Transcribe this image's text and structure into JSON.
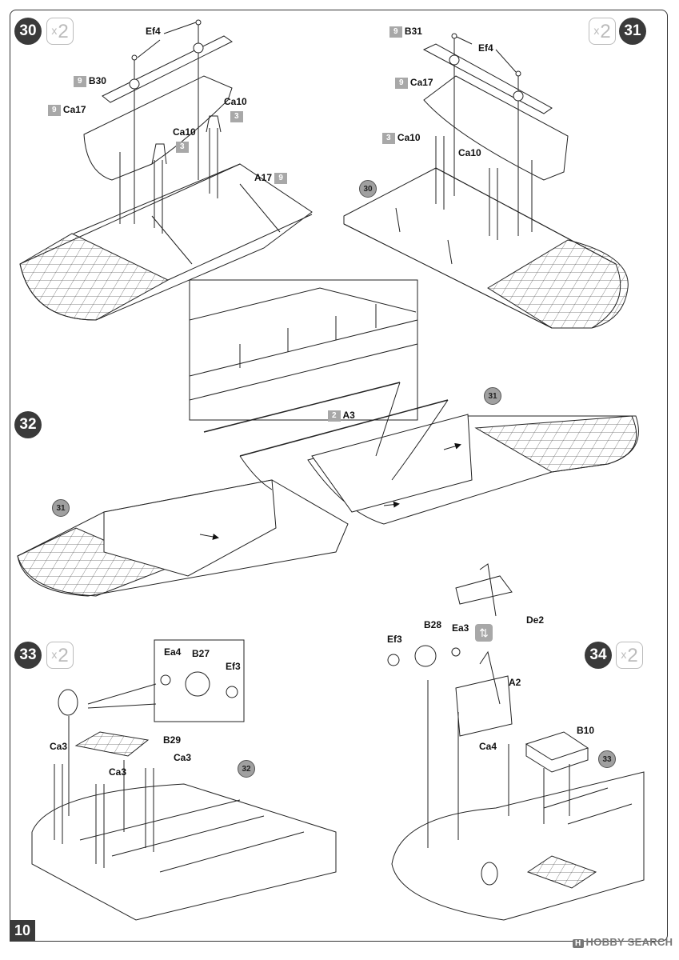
{
  "page_number": "10",
  "steps": [
    {
      "id": "s30",
      "number": "30",
      "count": "2",
      "multiplier": "x"
    },
    {
      "id": "s31",
      "number": "31",
      "count": "2",
      "multiplier": "x"
    },
    {
      "id": "s32",
      "number": "32"
    },
    {
      "id": "s33",
      "number": "33",
      "count": "2",
      "multiplier": "x"
    },
    {
      "id": "s34",
      "number": "34",
      "count": "2",
      "multiplier": "x"
    }
  ],
  "labels": {
    "s30": {
      "ef4": "Ef4",
      "b30": "B30",
      "b30_sprue": "9",
      "ca17": "Ca17",
      "ca17_sprue": "9",
      "ca10a": "Ca10",
      "ca10a_sprue": "3",
      "ca10b": "Ca10",
      "ca10b_sprue": "3",
      "a17": "A17",
      "a17_sprue": "9"
    },
    "s31": {
      "b31": "B31",
      "b31_sprue": "9",
      "ef4": "Ef4",
      "ca17": "Ca17",
      "ca17_sprue": "9",
      "ca10a": "Ca10",
      "ca10a_sprue": "3",
      "ca10b": "Ca10",
      "ref30": "30"
    },
    "s32": {
      "a3": "A3",
      "a3_sprue": "2",
      "ref31a": "31",
      "ref31b": "31"
    },
    "s33": {
      "ea4": "Ea4",
      "b27": "B27",
      "ef3": "Ef3",
      "b29": "B29",
      "ca3a": "Ca3",
      "ca3b": "Ca3",
      "ca3c": "Ca3",
      "ref32": "32"
    },
    "s34": {
      "de2": "De2",
      "ef3": "Ef3",
      "b28": "B28",
      "ea3": "Ea3",
      "a2": "A2",
      "ca4": "Ca4",
      "b10": "B10",
      "ref33": "33"
    }
  },
  "watermark": {
    "badge": "H",
    "text": "HOBBY SEARCH"
  },
  "colors": {
    "step_badge": "#3a3a3a",
    "sprue_tag": "#a8a8a8",
    "outline": "#222222"
  }
}
